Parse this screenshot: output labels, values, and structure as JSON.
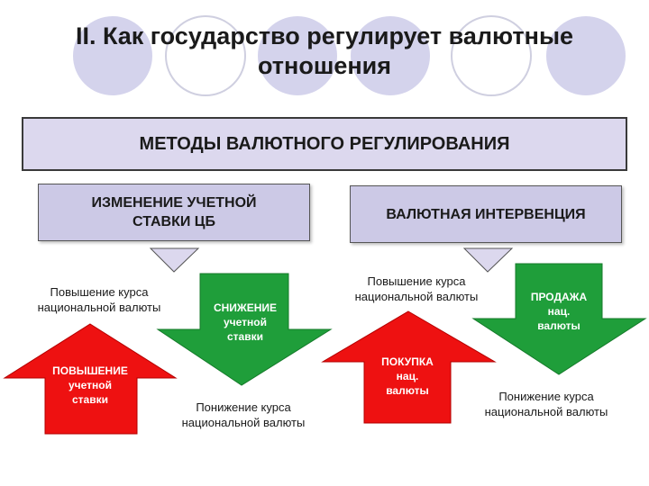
{
  "title": "II. Как государство регулирует валютные отношения",
  "main_box": "МЕТОДЫ ВАЛЮТНОГО РЕГУЛИРОВАНИЯ",
  "left_box": "ИЗМЕНЕНИЕ УЧЕТНОЙ\nСТАВКИ ЦБ",
  "right_box": "ВАЛЮТНАЯ ИНТЕРВЕНЦИЯ",
  "left_group": {
    "rise_label": "Повышение курса\nнациональной валюты",
    "fall_label": "Понижение курса\nнациональной валюты",
    "up_arrow_text": "ПОВЫШЕНИЕ\nучетной\nставки",
    "down_arrow_text": "СНИЖЕНИЕ\nучетной\nставки"
  },
  "right_group": {
    "rise_label": "Повышение курса\nнациональной валюты",
    "fall_label": "Понижение курса\nнациональной валюты",
    "up_arrow_text": "ПОКУПКА\nнац.\nвалюты",
    "down_arrow_text": "ПРОДАЖА\nнац.\nвалюты"
  },
  "colors": {
    "red_arrow": "#ee1111",
    "green_arrow": "#1f9e3a",
    "box_fill": "#ccc9e6",
    "circle_fill": "#d4d3ec"
  }
}
